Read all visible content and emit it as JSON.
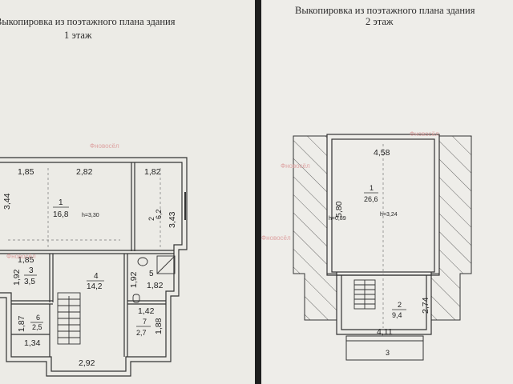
{
  "floor1": {
    "title": "Выкопировка из поэтажного плана здания",
    "floor_label": "1 этаж",
    "watermark": "Фновосёл",
    "dims": {
      "d185_top": "1,85",
      "d282": "2,82",
      "d182_top": "1,82",
      "d344": "3,44",
      "d343": "3,43",
      "d185_mid": "1,85",
      "d192a": "1,92",
      "d192b": "1,92",
      "d182_mid": "1,82",
      "d142": "1,42",
      "d187": "1,87",
      "d188": "1,88",
      "d134": "1,34",
      "d292": "2,92"
    },
    "rooms": {
      "r1_num": "1",
      "r1_area": "16,8",
      "r1_h": "h=3,30",
      "r2_num": "2",
      "r2_area": "6,2",
      "r3_num": "3",
      "r3_area": "3,5",
      "r4_num": "4",
      "r4_area": "14,2",
      "r5_num": "5",
      "r6_num": "6",
      "r6_area": "2,5",
      "r7_num": "7",
      "r7_area": "2,7"
    }
  },
  "floor2": {
    "title": "Выкопировка из поэтажного плана здания",
    "floor_label": "2 этаж",
    "watermark": "Фновосёл",
    "dims": {
      "d458": "4,58",
      "d580": "5,80",
      "d274": "2,74",
      "d411": "4,11"
    },
    "rooms": {
      "r1_num": "1",
      "r1_area": "26,6",
      "r1_h1": "h=0,89",
      "r1_h2": "h=3,24",
      "r2_num": "2",
      "r2_area": "9,4",
      "r3_num": "3"
    }
  }
}
